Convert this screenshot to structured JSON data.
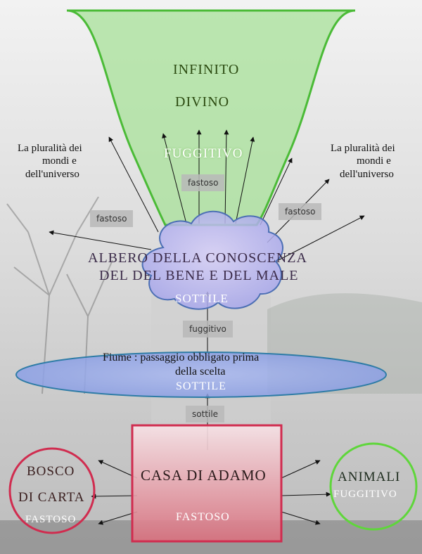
{
  "colors": {
    "funnel": "#a8e29a",
    "cloud": "#b7b2f1",
    "ellipse": "#8fa3e6",
    "casa_border": "#d02c4f",
    "bosco_border": "#d02c4f",
    "animali_border": "#5fd63b"
  },
  "top": {
    "infinito": "INFINITO",
    "divino": "DIVINO",
    "fuggitivo": "FUGGITIVO"
  },
  "side_left": {
    "line1": "La pluralità dei",
    "line2": "mondi e",
    "line3": "dell'universo"
  },
  "side_right": {
    "line1": "La pluralità dei",
    "line2": "mondi e",
    "line3": "dell'universo"
  },
  "labels": {
    "fastoso_center": "fastoso",
    "fastoso_left": "fastoso",
    "fastoso_right": "fastoso",
    "fuggitivo_mid": "fuggitivo",
    "sottile_mid": "sottile"
  },
  "albero": {
    "line1": "ALBERO DELLA CONOSCENZA",
    "line2": "DEL DEL BENE E DEL MALE",
    "sottile": "SOTTILE"
  },
  "fiume": {
    "line1": "Fiume : passaggio obbligato prima",
    "line2": "della scelta",
    "sottile": "SOTTILE"
  },
  "casa": {
    "title": "CASA DI ADAMO",
    "sub": "FASTOSO"
  },
  "bosco": {
    "line1": "BOSCO",
    "line2": "DI CARTA",
    "sub": "FASTOSO"
  },
  "animali": {
    "title": "ANIMALI",
    "sub": "FUGGITIVO"
  }
}
